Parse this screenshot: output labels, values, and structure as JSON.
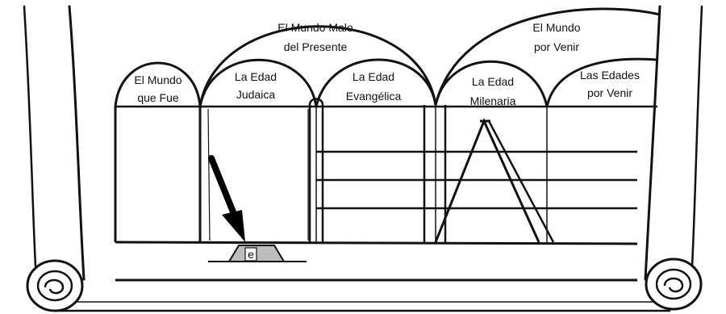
{
  "labels": {
    "mundo_malo_line1": "El Mundo Malo",
    "mundo_malo_line2": "del Presente",
    "mundo_por_venir_line1": "El Mundo",
    "mundo_por_venir_line2": "por Venir",
    "mundo_que_fue_line1": "El Mundo",
    "mundo_que_fue_line2": "que Fue",
    "edad_judaica_line1": "La Edad",
    "edad_judaica_line2": "Judaica",
    "edad_evangelica_line1": "La Edad",
    "edad_evangelica_line2": "Evangélica",
    "edad_milenaria_line1": "La Edad",
    "edad_milenaria_line2": "Milenaria",
    "edades_por_venir_line1": "Las Edades",
    "edades_por_venir_line2": "por Venir",
    "marker_letter": "e"
  }
}
